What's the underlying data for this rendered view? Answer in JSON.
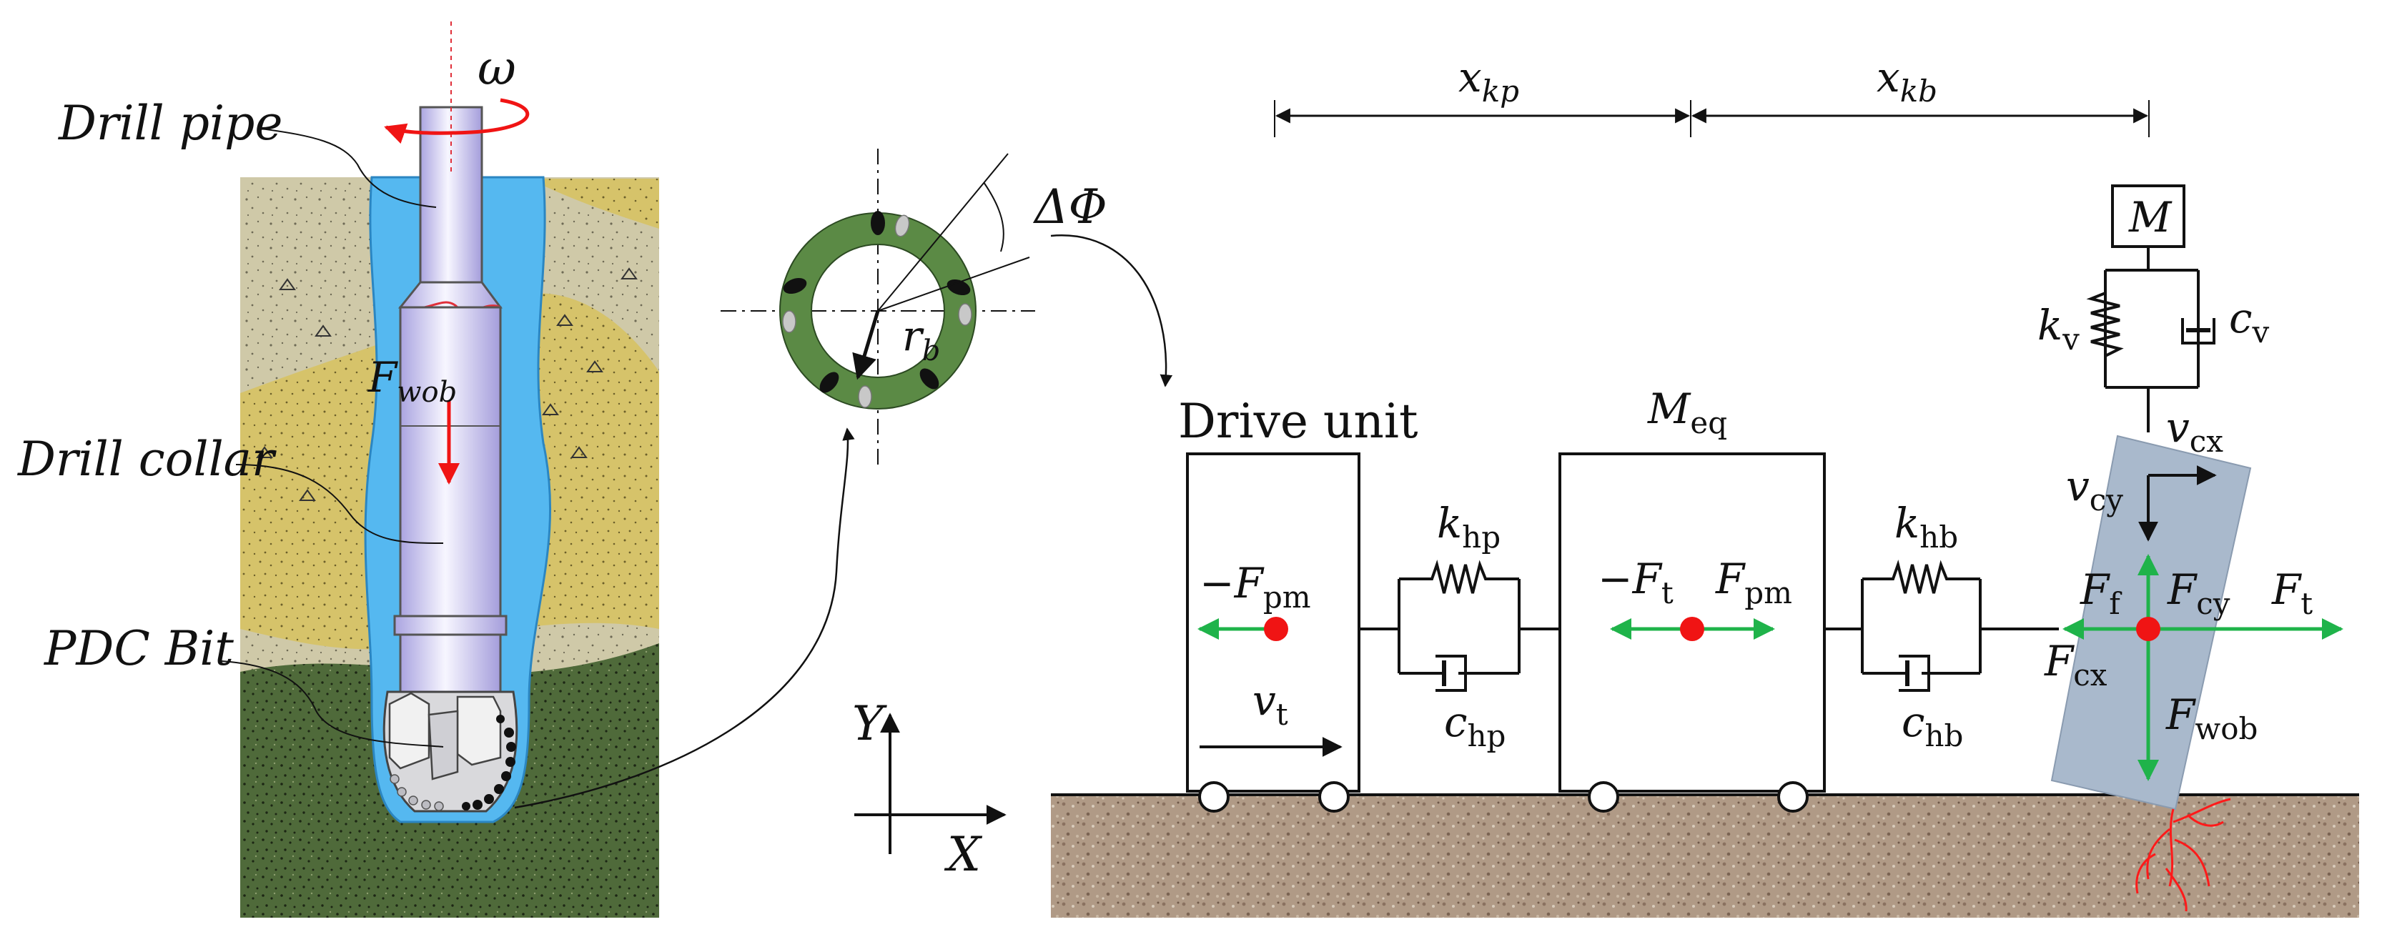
{
  "labels": {
    "omega": "ω",
    "drill_pipe": "Drill pipe",
    "drill_collar": "Drill collar",
    "pdc_bit": "PDC Bit",
    "f_wob_main": "F",
    "f_wob_sub": "wob",
    "delta_phi": "ΔΦ",
    "r_b_main": "r",
    "r_b_sub": "b",
    "axis_y": "Y",
    "axis_x": "X",
    "x_kp_main": "x",
    "x_kp_sub": "kp",
    "x_kb_main": "x",
    "x_kb_sub": "kb",
    "mass_m": "M",
    "k_v_main": "k",
    "k_v_sub": "v",
    "c_v_main": "c",
    "c_v_sub": "v",
    "drive_unit": "Drive unit",
    "m_eq_main": "M",
    "m_eq_sub": "eq",
    "k_hp_main": "k",
    "k_hp_sub": "hp",
    "c_hp_main": "c",
    "c_hp_sub": "hp",
    "k_hb_main": "k",
    "k_hb_sub": "hb",
    "c_hb_main": "c",
    "c_hb_sub": "hb",
    "neg_f_pm_main": "−F",
    "neg_f_pm_sub": "pm",
    "neg_f_t_main": "−F",
    "neg_f_t_sub": "t",
    "f_pm_main": "F",
    "f_pm_sub": "pm",
    "v_t_main": "v",
    "v_t_sub": "t",
    "v_cx_main": "v",
    "v_cx_sub": "cx",
    "v_cy_main": "v",
    "v_cy_sub": "cy",
    "f_f_main": "F",
    "f_f_sub": "f",
    "f_cy_main": "F",
    "f_cy_sub": "cy",
    "f_t_main": "F",
    "f_t_sub": "t",
    "f_cx_main": "F",
    "f_cx_sub": "cx",
    "f_wob_force_main": "F",
    "f_wob_force_sub": "wob"
  },
  "colors": {
    "mud_blue": "#55b8f0",
    "formation_sand": "#cfc9a8",
    "formation_yellow": "#d6c36a",
    "formation_green": "#4f6a3a",
    "pipe_lavender": "#d9d5f6",
    "ground_brown": "#b09a86",
    "force_green": "#1fb34a",
    "contact_red": "#f01414",
    "bit_block": "#a9b9cc",
    "ring_green": "#5b8a45",
    "crack_red": "#ff1a1a"
  }
}
